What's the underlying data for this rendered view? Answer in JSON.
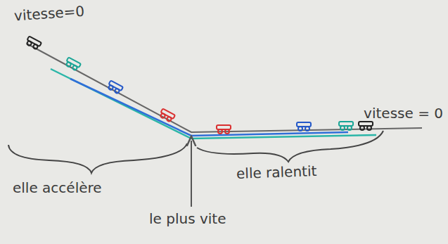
{
  "diagram": {
    "labels": [
      "vitesse=0",
      "vitesse = 0",
      "elle accélère",
      "elle ralentit",
      "le plus vite"
    ]
  }
}
